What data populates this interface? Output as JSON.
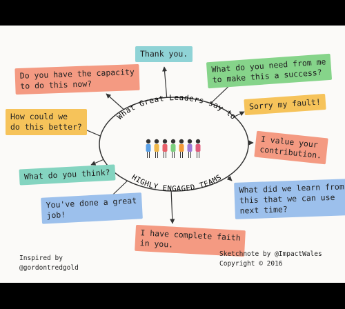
{
  "center": {
    "top": "What Great Leaders say to",
    "bottom": "HIGHLY ENGAGED TEAMS"
  },
  "notes": [
    {
      "lines": [
        "Thank you."
      ],
      "color": "#8fd3d6"
    },
    {
      "lines": [
        "What do you need from me",
        "to make this a success?"
      ],
      "color": "#86d48a"
    },
    {
      "lines": [
        "Sorry my fault!"
      ],
      "color": "#f6c35a"
    },
    {
      "lines": [
        "I value your",
        "contribution."
      ],
      "color": "#f49a82"
    },
    {
      "lines": [
        "What did we learn from",
        "this that we can use",
        "next time?"
      ],
      "color": "#9cc0ec"
    },
    {
      "lines": [
        "I have complete faith",
        "in you."
      ],
      "color": "#f49a82"
    },
    {
      "lines": [
        "You've done a great",
        "job!"
      ],
      "color": "#9cc0ec"
    },
    {
      "lines": [
        "What do you think?"
      ],
      "color": "#84d4c0"
    },
    {
      "lines": [
        "How could we",
        "do this better?"
      ],
      "color": "#f6c35a"
    },
    {
      "lines": [
        "Do you have the capacity",
        "to do this now?"
      ],
      "color": "#f49a82"
    }
  ],
  "credits": {
    "left": [
      "Inspired by",
      "@gordontredgold"
    ],
    "right": [
      "Sketchnote by @ImpactWales",
      "Copyright © 2016"
    ]
  },
  "people_colors": [
    "#5aa0e6",
    "#f0b84a",
    "#e8606a",
    "#7ccf7e",
    "#f29a3a",
    "#9e79d8",
    "#e05a7a"
  ]
}
